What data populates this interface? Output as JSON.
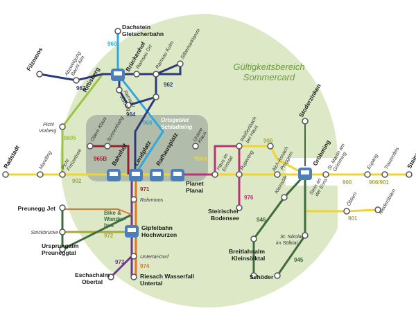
{
  "zone": {
    "title_line1": "Gültigkeitsbereich",
    "title_line2": "Sommercard",
    "area_line1": "Ortsgebiet",
    "area_line2": "Schladming"
  },
  "routes": {
    "r960_top": "960",
    "r962_left": "962",
    "r962_right": "962",
    "r964": "964",
    "r960_center": "960",
    "r965b": "965B",
    "r8605": "8605",
    "r902": "902",
    "r966a": "966A",
    "r976": "976",
    "r900_top": "900",
    "r900_right": "900",
    "r906": "906/901",
    "r901": "901",
    "r946": "946",
    "r945": "945",
    "r971": "971",
    "r972": "972",
    "r973": "973",
    "r974": "974"
  },
  "stops": {
    "dachstein_1": "Dachstein",
    "dachstein_2": "Gletscherbahn",
    "filzmoos": "Filzmoos",
    "abzweigung_1": "Abzweigung",
    "abzweigung_2": "Bachl Alm",
    "brueckenhof": "Brückenhof",
    "ramsau_ort": "Ramsau Ort",
    "ramsau_kulm": "Ramsau Kulm",
    "silberkarklamm": "Silberkarklamm",
    "rittisberg": "Rittisberg",
    "ramsau_vorberg_1": "Ramsau",
    "ramsau_vorberg_2": "Vorberg",
    "pichl_vorberg_1": "Pichl",
    "pichl_vorberg_2": "Vorberg",
    "obere_klaus": "Obere Klaus",
    "sonnenhang": "Sonnenhang",
    "untere_klaus_1": "Untere",
    "untere_klaus_2": "Klaus",
    "radstadt": "Radstadt",
    "mandling": "Mandling",
    "pichl_frei_1": "Pichl",
    "pichl_frei_2": "Freizeitsee",
    "bahnhof": "Bahnhof",
    "lendplatz": "Lendplatz",
    "rathausplatz": "Rathausplatz",
    "planet_1": "Planet",
    "planet_2": "Planai",
    "haus_1": "Haus im",
    "haus_2": "Ennstal",
    "weissenbach_1": "Weißenbach",
    "weissenbach_2": "bei Haus",
    "ruperting": "Ruperting",
    "aich": "Aich-Assach",
    "pruggern": "Pruggern",
    "stoderzinken": "Stoderzinken",
    "groebming": "Gröbming",
    "st_martin_1": "St. Martin am",
    "st_martin_2": "Grimming",
    "espang": "Espang",
    "trautenfels": "Trautenfels",
    "stainach": "Stainach",
    "steirischer_1": "Steirischer",
    "steirischer_2": "Bodensee",
    "kleinsoelk": "Kleinsölk",
    "stein_1": "Stein an",
    "stein_2": "der Enns",
    "oeblarn": "Öblarn",
    "niederoeblarn": "Niederöblarn",
    "st_nikolai_1": "St. Nikolai",
    "st_nikolai_2": "im Sölktal",
    "breitlahnalm_1": "Breitlahnalm",
    "breitlahnalm_2": "Kleinsölktal",
    "schoeder": "Schöder",
    "preunegg": "Preunegg Jet",
    "bike_1": "Bike &",
    "bike_2": "Wander-",
    "bike_3": "bus",
    "rohrmoos": "Rohrmoos",
    "strickbruecke": "Strickbrücke",
    "gipfelbahn_1": "Gipfelbahn",
    "gipfelbahn_2": "Hochwurzen",
    "ursprungalm_1": "Ursprungalm",
    "ursprungalm_2": "Preuneggtal",
    "untertal": "Untertal-Dorf",
    "eschachalm_1": "Eschachalm",
    "eschachalm_2": "Obertal",
    "riesach_1": "Riesach Wasserfall",
    "riesach_2": "Untertal"
  },
  "colors": {
    "zone_fill": "#dde8c6",
    "center_fill": "#a9b5a5",
    "yellow": "#f2d52a",
    "green_8605": "#9bc33f",
    "cyan": "#30a7dd",
    "navy": "#2a3a7b",
    "maroon": "#9b2132",
    "magenta": "#c0307a",
    "dark_green": "#3d6b3c",
    "olive": "#a7a73a",
    "orange": "#e37624",
    "purple": "#6d3a8e",
    "station_blue": "#4c7fb8"
  }
}
